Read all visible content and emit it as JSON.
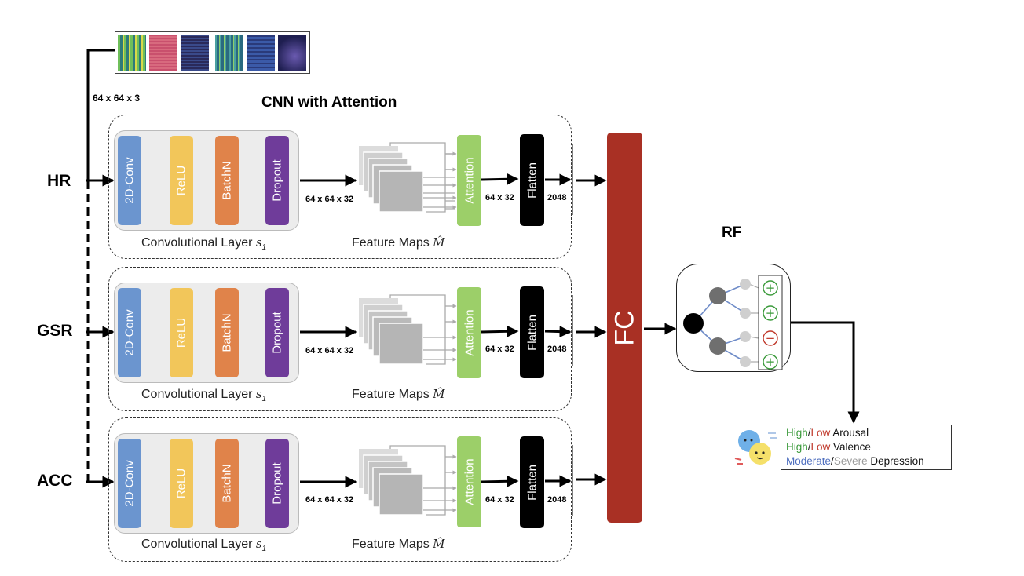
{
  "inputs": {
    "hr": "HR",
    "gsr": "GSR",
    "acc": "ACC",
    "image_dims": "64 x 64 x 3"
  },
  "titles": {
    "cnn": "CNN with Attention",
    "rf": "RF"
  },
  "layers": {
    "conv": "2D-Conv",
    "relu": "ReLU",
    "batchn": "BatchN",
    "dropout": "Dropout",
    "attention": "Attention",
    "flatten": "Flatten",
    "fc": "FC"
  },
  "dims": {
    "conv_out": "64 x 64 x 32",
    "att_out": "64 x 32",
    "flat_out": "2048"
  },
  "captions": {
    "conv_layer": "Convolutional Layer",
    "conv_symbol": "s",
    "conv_sub": "1",
    "feature_maps": "Feature Maps",
    "fm_symbol": "M̂"
  },
  "rf": {
    "leaves": [
      "+",
      "+",
      "−",
      "+"
    ]
  },
  "outputs": {
    "arousal": {
      "high": "High",
      "sep": "/",
      "low": "Low",
      "label": " Arousal"
    },
    "valence": {
      "high": "High",
      "sep": "/",
      "low": "Low",
      "label": " Valence"
    },
    "depression": {
      "moderate": "Moderate",
      "sep": "/",
      "severe": "Severe",
      "label": " Depression"
    }
  },
  "colors": {
    "conv": "#6b95cf",
    "relu": "#f2c65a",
    "batchn": "#e0834a",
    "dropout": "#6f3c9a",
    "attention": "#9ccf69",
    "flatten": "#000000",
    "fc": "#a93024",
    "high": "#3a9a3a",
    "low": "#c0392b",
    "moderate": "#4f6fbf",
    "severe": "#9a9a9a",
    "plus": "#3a9a3a",
    "minus": "#c0392b"
  }
}
